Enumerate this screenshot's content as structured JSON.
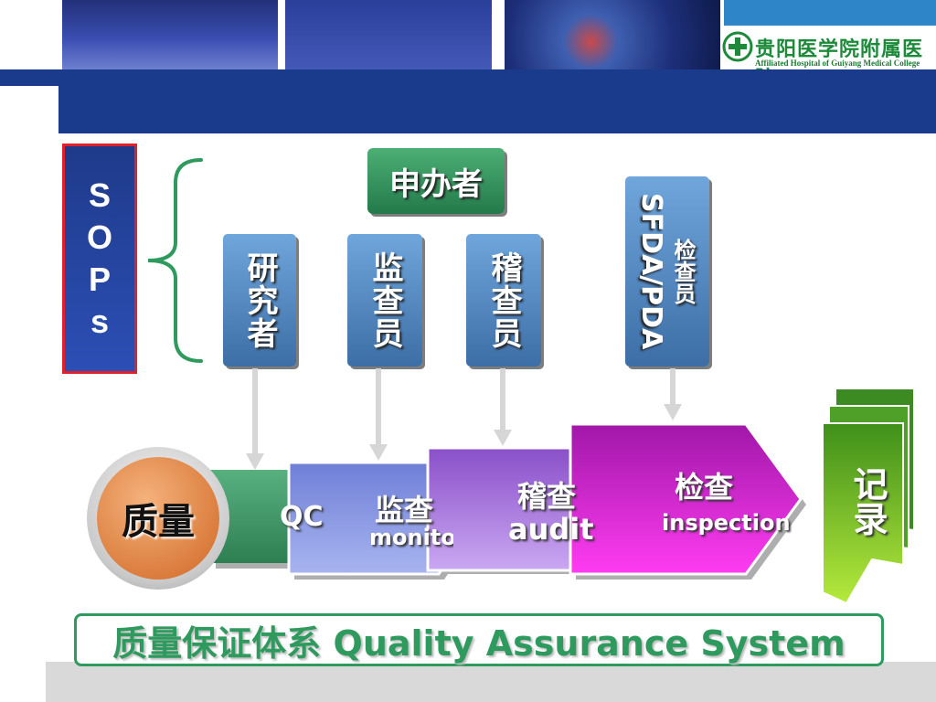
{
  "header": {
    "logo_cn": "贵阳医学院附属医院",
    "logo_en": "Affiliated Hospital of Guiyang Medical College"
  },
  "sops": {
    "letters": [
      "S",
      "O",
      "P",
      "s"
    ]
  },
  "roles": {
    "sponsor": "申办者",
    "investigator": "研究者",
    "monitor": "监查员",
    "auditor": "稽查员",
    "sfda_line1": "SFDA/PDA",
    "sfda_line2": "检查员"
  },
  "process": {
    "quality": "质量",
    "qc": "QC",
    "monitor_cn": "监查",
    "monitor_en": "monitor",
    "audit_cn": "稽查",
    "audit_en": "audit",
    "inspection_cn": "检查",
    "inspection_en": "inspection"
  },
  "record": "记录",
  "footer": {
    "title": "质量保证体系 Quality Assurance System"
  },
  "colors": {
    "navy": "#1a3a8c",
    "green": "#2f9a5e",
    "pill_blue": "#5a8fca",
    "qc_green": "#3f9a68",
    "monitor_blue": "#7f8ee0",
    "audit_purple": "#a57ad8",
    "inspection_magenta": "#d81ed8",
    "record_green": "#6ab82e",
    "sops_border": "#e0202a",
    "quality_orange": "#e3894a"
  }
}
